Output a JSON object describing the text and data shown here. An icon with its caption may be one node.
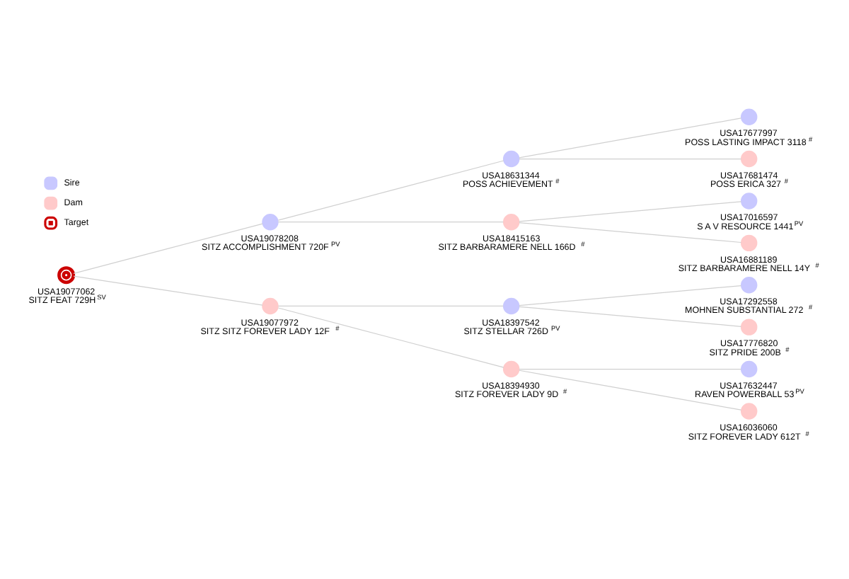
{
  "diagram": {
    "nodes": [
      {
        "text": [],
        "shape": "circle",
        "beside": [
          "USA19077062",
          "SITZ FEAT 729H$^{SV}$"
        ]
      },
      {
        "text": [],
        "shape": "circle",
        "beside": [
          "USA19078208",
          "SITZ ACCOMPLISHMENT 720F$^{PV}$"
        ]
      },
      {
        "text": [],
        "shape": "circle",
        "beside": [
          "USA19077972",
          "SITZ SITZ FOREVER LADY 12F $^{#}$"
        ]
      },
      {
        "text": [],
        "shape": "circle",
        "beside": [
          "USA18631344",
          "POSS ACHIEVEMENT $^{#}$"
        ]
      },
      {
        "text": [],
        "shape": "circle",
        "beside": [
          "USA18415163",
          "SITZ BARBARAMERE NELL 166D $^{#}$"
        ]
      },
      {
        "text": [],
        "shape": "circle",
        "beside": [
          "USA18397542",
          "SITZ STELLAR 726D$^{PV}$"
        ]
      },
      {
        "text": [],
        "shape": "circle",
        "beside": [
          "USA18394930",
          "SITZ FOREVER LADY 9D $^{#}$"
        ]
      },
      {
        "text": [],
        "shape": "circle",
        "beside": [
          "USA17677997",
          "POSS LASTING IMPACT 3118 $^{#}$"
        ]
      },
      {
        "text": [],
        "shape": "circle",
        "beside": [
          "USA17681474",
          "POSS ERICA 327 $^{#}$"
        ]
      },
      {
        "text": [],
        "shape": "circle",
        "beside": [
          "USA17016597",
          "S A V RESOURCE 1441$^{PV}$"
        ]
      },
      {
        "text": [],
        "shape": "circle",
        "beside": [
          "USA16881189",
          "SITZ BARBARAMERE NELL 14Y $^{#}$"
        ]
      },
      {
        "text": [],
        "shape": "circle",
        "beside": [
          "USA17292558",
          "MOHNEN SUBSTANTIAL 272 $^{#}$"
        ]
      },
      {
        "text": [],
        "shape": "circle",
        "beside": [
          "USA17776820",
          "SITZ PRIDE 200B $^{#}$"
        ]
      },
      {
        "text": [],
        "shape": "circle",
        "beside": [
          "USA17632447",
          "RAVEN POWERBALL 53$^{PV}$"
        ]
      },
      {
        "text": [],
        "shape": "circle",
        "beside": [
          "USA16036060",
          "SITZ FOREVER LADY 612T $^{#}$"
        ]
      }
    ],
    "edges": [
      {
        "from": 0,
        "to": 1,
        "arrow": "none"
      },
      {
        "from": 0,
        "to": 2,
        "arrow": "none"
      },
      {
        "from": 1,
        "to": 3,
        "arrow": "none"
      },
      {
        "from": 1,
        "to": 4,
        "arrow": "none"
      },
      {
        "from": 2,
        "to": 5,
        "arrow": "none"
      },
      {
        "from": 2,
        "to": 6,
        "arrow": "none"
      },
      {
        "from": 3,
        "to": 7,
        "arrow": "none"
      },
      {
        "from": 3,
        "to": 8,
        "arrow": "none"
      },
      {
        "from": 4,
        "to": 9,
        "arrow": "none"
      },
      {
        "from": 4,
        "to": 10,
        "arrow": "none"
      },
      {
        "from": 5,
        "to": 11,
        "arrow": "none"
      },
      {
        "from": 5,
        "to": 12,
        "arrow": "none"
      },
      {
        "from": 6,
        "to": 13,
        "arrow": "none"
      },
      {
        "from": 6,
        "to": 14,
        "arrow": "none"
      }
    ],
    "legend": [
      {
        "text": "Sire",
        "color": "#c8c8ff"
      },
      {
        "text": "Dam",
        "color": "#ffcaca"
      },
      {
        "text": "Target"
      }
    ]
  }
}
